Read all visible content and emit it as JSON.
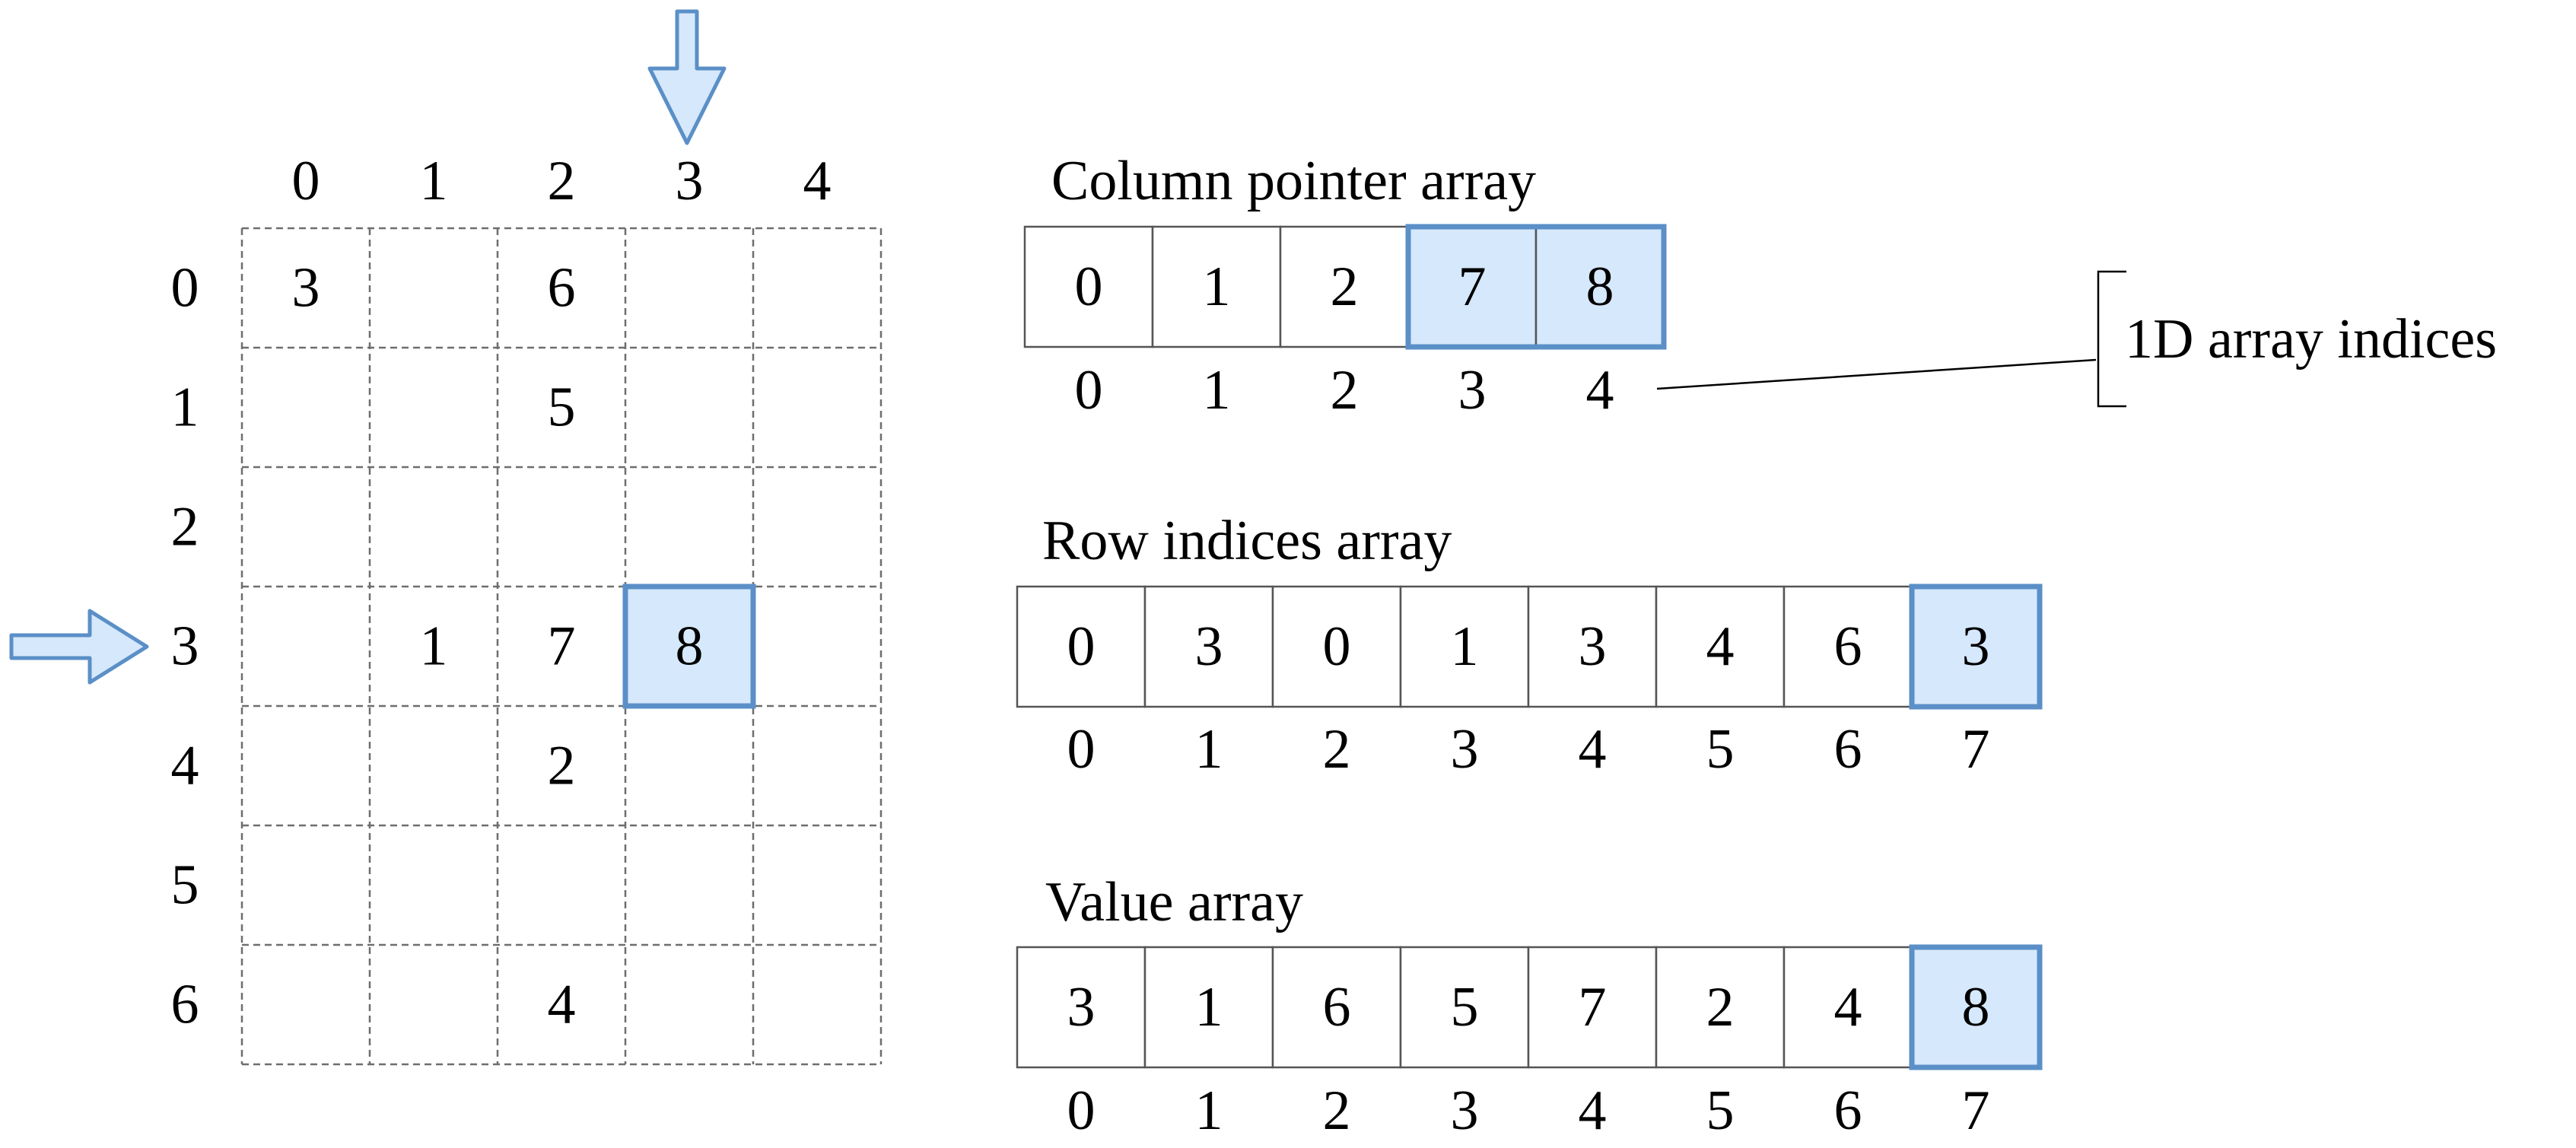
{
  "matrix": {
    "col_headers": [
      "0",
      "1",
      "2",
      "3",
      "4"
    ],
    "row_headers": [
      "0",
      "1",
      "2",
      "3",
      "4",
      "5",
      "6"
    ],
    "cells": [
      [
        "3",
        "",
        "6",
        "",
        ""
      ],
      [
        "",
        "",
        "5",
        "",
        ""
      ],
      [
        "",
        "",
        "",
        "",
        ""
      ],
      [
        "",
        "1",
        "7",
        "8",
        ""
      ],
      [
        "",
        "",
        "2",
        "",
        ""
      ],
      [
        "",
        "",
        "",
        "",
        ""
      ],
      [
        "",
        "",
        "4",
        "",
        ""
      ]
    ],
    "highlighted_cell": {
      "row": 3,
      "col": 3
    },
    "highlighted_row": 3,
    "highlighted_col": 3
  },
  "column_pointer": {
    "title": "Column pointer array",
    "values": [
      "0",
      "1",
      "2",
      "7",
      "8"
    ],
    "indices": [
      "0",
      "1",
      "2",
      "3",
      "4"
    ],
    "highlighted": [
      3,
      4
    ]
  },
  "indices_callout": {
    "label": "1D array indices"
  },
  "row_indices": {
    "title": "Row indices array",
    "values": [
      "0",
      "3",
      "0",
      "1",
      "3",
      "4",
      "6",
      "3"
    ],
    "indices": [
      "0",
      "1",
      "2",
      "3",
      "4",
      "5",
      "6",
      "7"
    ],
    "highlighted": [
      7
    ]
  },
  "value_array": {
    "title": "Value array",
    "values": [
      "3",
      "1",
      "6",
      "5",
      "7",
      "2",
      "4",
      "8"
    ],
    "indices": [
      "0",
      "1",
      "2",
      "3",
      "4",
      "5",
      "6",
      "7"
    ],
    "highlighted": [
      7
    ]
  },
  "colors": {
    "highlight_fill": "#d6e8fb",
    "highlight_stroke": "#5b8fc7",
    "arrow_fill": "#d6e8fb",
    "arrow_stroke": "#5b8fc7",
    "grid_line": "#6e6e6e",
    "box_line": "#555555",
    "text": "#000000"
  }
}
